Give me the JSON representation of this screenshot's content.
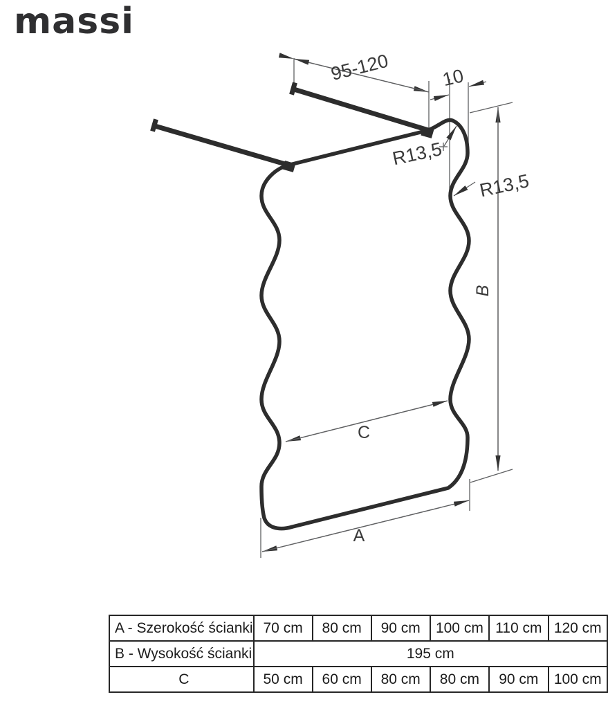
{
  "brand": {
    "logo_text": "massi"
  },
  "diagram": {
    "labels": {
      "bar_length_range": "95-120",
      "top_offset": "10",
      "corner_radius": "R13,5",
      "side_radius": "R13,5",
      "width_label": "A",
      "height_label": "B",
      "mid_width_label": "C"
    }
  },
  "table": {
    "rows": [
      {
        "label": "A - Szerokość ścianki",
        "values": [
          "70 cm",
          "80 cm",
          "90 cm",
          "100 cm",
          "110 cm",
          "120 cm"
        ]
      },
      {
        "label": "B - Wysokość ścianki",
        "merged_value": "195 cm"
      },
      {
        "label": "C",
        "values": [
          "50 cm",
          "60 cm",
          "80 cm",
          "80 cm",
          "90 cm",
          "100 cm"
        ]
      }
    ]
  },
  "colors": {
    "ink": "#2d2d2d",
    "dim_line": "#5f6062",
    "arrow": "#333333",
    "table_border": "#262626"
  }
}
